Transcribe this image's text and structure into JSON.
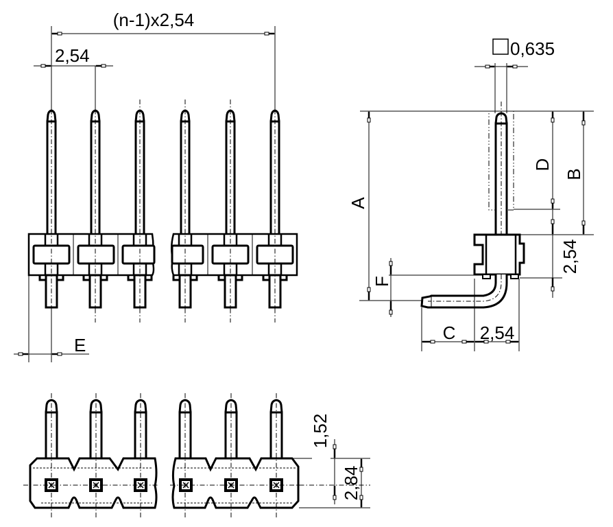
{
  "drawing": {
    "subject": "Right-angle pin header, single row, pitch 2.54",
    "front_view": {
      "overall_pitch_label": "(n-1)x2,54",
      "pitch_label": "2,54",
      "offset_label": "E"
    },
    "side_view": {
      "pin_square_label": "0,635",
      "pin_square_symbol": "square-icon",
      "total_height_label": "A",
      "pin_length_label": "B",
      "mating_length_label": "D",
      "body_height_label": "2,54",
      "tail_offset_label": "F",
      "tail_length_label": "C",
      "tail_pitch_label": "2,54"
    },
    "top_view": {
      "pin_extension_label": "1,52",
      "body_depth_label": "2,84"
    },
    "pin_count_shown": 6,
    "line_color": "#000000",
    "background_color": "#ffffff"
  }
}
